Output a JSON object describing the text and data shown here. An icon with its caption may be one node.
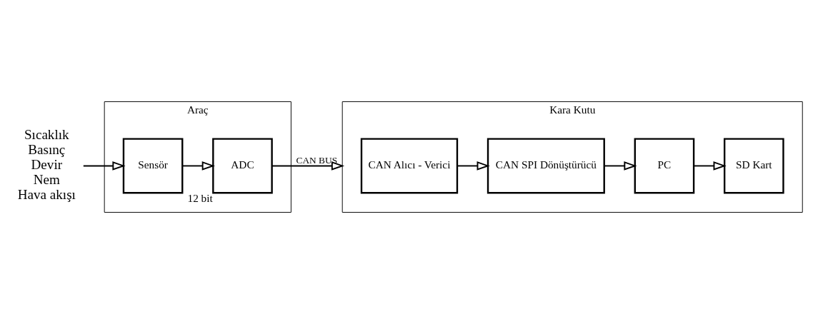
{
  "diagram": {
    "nodes": [
      {
        "text": [
          "Sıcaklık",
          "Basınç",
          "Devir",
          "Nem",
          "Hava akışı"
        ]
      },
      {
        "text": [
          "Araç"
        ]
      },
      {
        "text": [
          "Sensör"
        ],
        "in": 1
      },
      {
        "text": [
          "ADC"
        ],
        "in": 1,
        "beside": [
          "12 bit"
        ]
      },
      {
        "text": [
          "Kara Kutu"
        ]
      },
      {
        "text": [
          "CAN Alıcı - Verici"
        ],
        "in": 4
      },
      {
        "text": [
          "CAN SPI Dönüştürücü"
        ],
        "in": 4
      },
      {
        "text": [
          "PC"
        ],
        "in": 4
      },
      {
        "text": [
          "SD Kart"
        ],
        "in": 4
      }
    ],
    "edges": [
      {
        "from": 0,
        "to": 2,
        "arrow": "to"
      },
      {
        "from": 2,
        "to": 3,
        "arrow": "to"
      },
      {
        "from": 3,
        "to": 4,
        "arrow": "to",
        "label": "CAN BUS"
      },
      {
        "from": 5,
        "to": 6,
        "arrow": "to"
      },
      {
        "from": 6,
        "to": 7,
        "arrow": "to"
      },
      {
        "from": 7,
        "to": 8,
        "arrow": "to"
      }
    ]
  }
}
